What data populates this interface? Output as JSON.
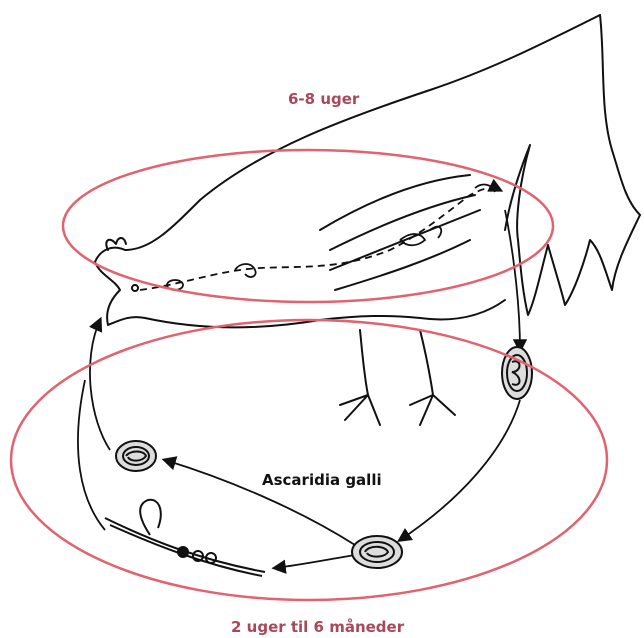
{
  "labels": {
    "host_phase": "6-8 uger",
    "organism": "Ascaridia galli",
    "environment_phase": "2 uger til 6 måneder"
  },
  "colors": {
    "ellipse": "#e0636f",
    "label_accent": "#a8485a",
    "line_art": "#111111"
  },
  "icons": {
    "host": "chicken-line-drawing-icon",
    "stages": [
      "egg-icon",
      "embryonated-egg-icon",
      "infective-egg-icon",
      "adult-worm-icon"
    ]
  }
}
